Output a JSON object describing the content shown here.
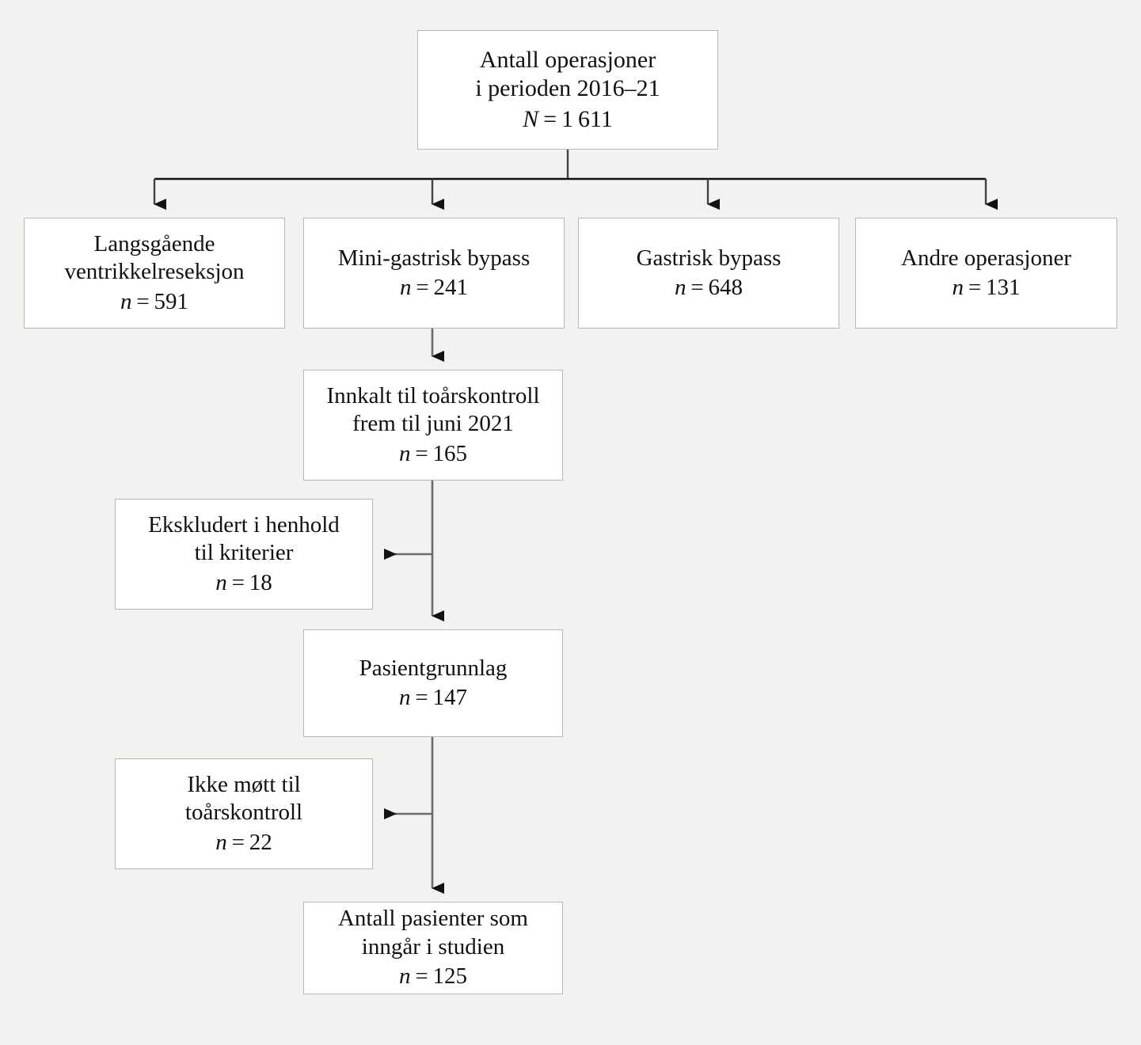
{
  "figure": {
    "type": "flowchart",
    "language": "no",
    "background_color": "#f3f2f0",
    "box_fill": "#ffffff",
    "box_border_color": "#b9b7b4",
    "connector_color": "#6e6c6a",
    "arrowhead_color": "#111111"
  },
  "nodes": {
    "root": {
      "line1": "Antall operasjoner",
      "line2": "i perioden 2016–21",
      "count_symbol": "N",
      "count_eq": "=",
      "count_value": "1 611"
    },
    "sleeve": {
      "line1": "Langsgående",
      "line2": "ventrikkelreseksjon",
      "count_symbol": "n",
      "count_eq": "=",
      "count_value": "591"
    },
    "mini_bypass": {
      "line1": "Mini-gastrisk bypass",
      "count_symbol": "n",
      "count_eq": "=",
      "count_value": "241"
    },
    "gastric_bypass": {
      "line1": "Gastrisk bypass",
      "count_symbol": "n",
      "count_eq": "=",
      "count_value": "648"
    },
    "other_ops": {
      "line1": "Andre operasjoner",
      "count_symbol": "n",
      "count_eq": "=",
      "count_value": "131"
    },
    "invited": {
      "line1": "Innkalt til toårskontroll",
      "line2": "frem til juni 2021",
      "count_symbol": "n",
      "count_eq": "=",
      "count_value": "165"
    },
    "excluded": {
      "line1": "Ekskludert i henhold",
      "line2": "til kriterier",
      "count_symbol": "n",
      "count_eq": "=",
      "count_value": "18"
    },
    "basis": {
      "line1": "Pasientgrunnlag",
      "count_symbol": "n",
      "count_eq": "=",
      "count_value": "147"
    },
    "noshow": {
      "line1": "Ikke møtt til",
      "line2": "toårskontroll",
      "count_symbol": "n",
      "count_eq": "=",
      "count_value": "22"
    },
    "final": {
      "line1": "Antall pasienter som",
      "line2": "inngår i studien",
      "count_symbol": "n",
      "count_eq": "=",
      "count_value": "125"
    }
  },
  "edges": [
    {
      "from": "root",
      "to": "sleeve",
      "kind": "split-down"
    },
    {
      "from": "root",
      "to": "mini_bypass",
      "kind": "split-down"
    },
    {
      "from": "root",
      "to": "gastric_bypass",
      "kind": "split-down"
    },
    {
      "from": "root",
      "to": "other_ops",
      "kind": "split-down"
    },
    {
      "from": "mini_bypass",
      "to": "invited",
      "kind": "down"
    },
    {
      "from": "invited",
      "to": "excluded",
      "kind": "branch-left"
    },
    {
      "from": "invited",
      "to": "basis",
      "kind": "down"
    },
    {
      "from": "basis",
      "to": "noshow",
      "kind": "branch-left"
    },
    {
      "from": "basis",
      "to": "final",
      "kind": "down"
    }
  ]
}
